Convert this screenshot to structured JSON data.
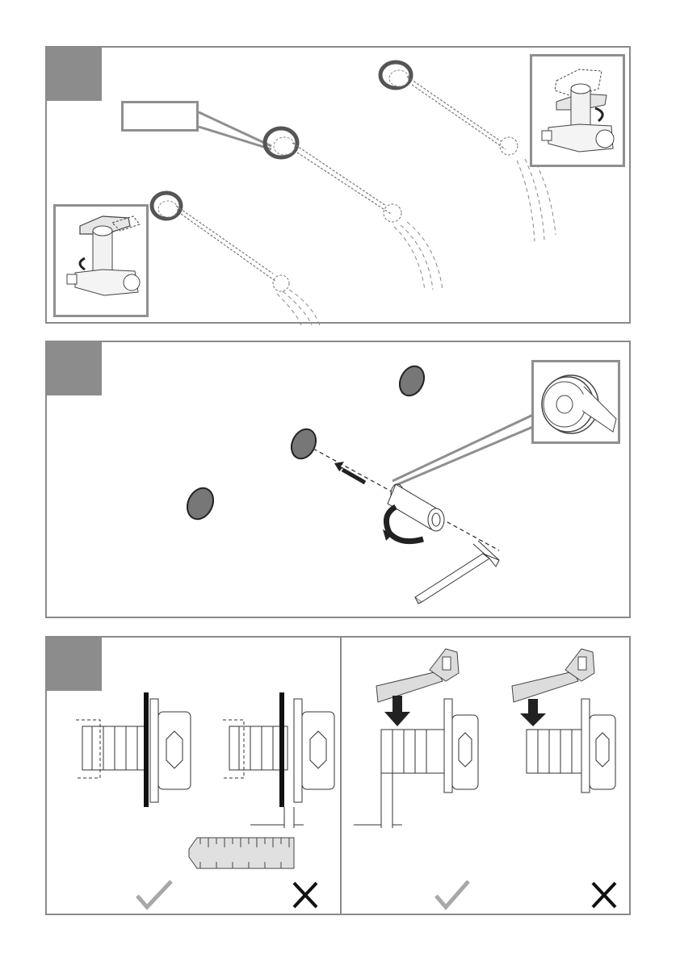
{
  "steps": [
    {
      "id": "step-1",
      "tab_label": "",
      "callout_label": ""
    },
    {
      "id": "step-2",
      "tab_label": ""
    },
    {
      "id": "step-3",
      "tab_label": ""
    }
  ],
  "icons": {
    "valve_closed": "ball-valve-icon",
    "valve_open": "ball-valve-icon",
    "ptfe_tape": "ptfe-tape-icon",
    "hex_key": "hex-key-icon",
    "saw": "hacksaw-icon",
    "ruler": "ruler-icon",
    "correct": "check-icon",
    "incorrect": "cross-icon"
  },
  "colors": {
    "frame": "#8a8a8a",
    "tab": "#8c8c8c",
    "gasket": "#6e6e6e",
    "check": "#a8a8a8",
    "cross": "#111111"
  }
}
